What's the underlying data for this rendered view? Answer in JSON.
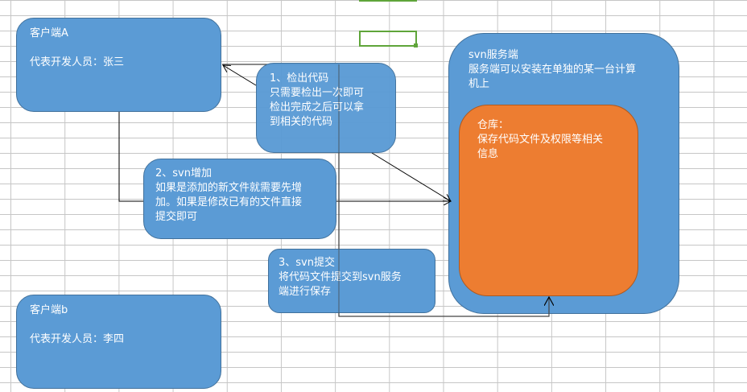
{
  "client_a": {
    "title": "客户端A",
    "body": "代表开发人员：张三"
  },
  "client_b": {
    "title": "客户端b",
    "body": "代表开发人员：李四"
  },
  "step1": {
    "title": "1、检出代码",
    "body": "只需要检出一次即可\n检出完成之后可以拿\n到相关的代码"
  },
  "step2": {
    "title": "2、svn增加",
    "body": "如果是添加的新文件就需要先增\n加。如果是修改已有的文件直接\n提交即可"
  },
  "step3": {
    "title": "3、svn提交",
    "body": "将代码文件提交到svn服务\n端进行保存"
  },
  "server": {
    "title": "svn服务端",
    "body": "服务端可以安装在单独的某一台计算\n机上"
  },
  "repo": {
    "title": "仓库：",
    "body": "保存代码文件及权限等相关\n信息"
  },
  "colors": {
    "shape": "#5b9bd5",
    "repo": "#ed7d31",
    "selection": "#5fa53a"
  }
}
